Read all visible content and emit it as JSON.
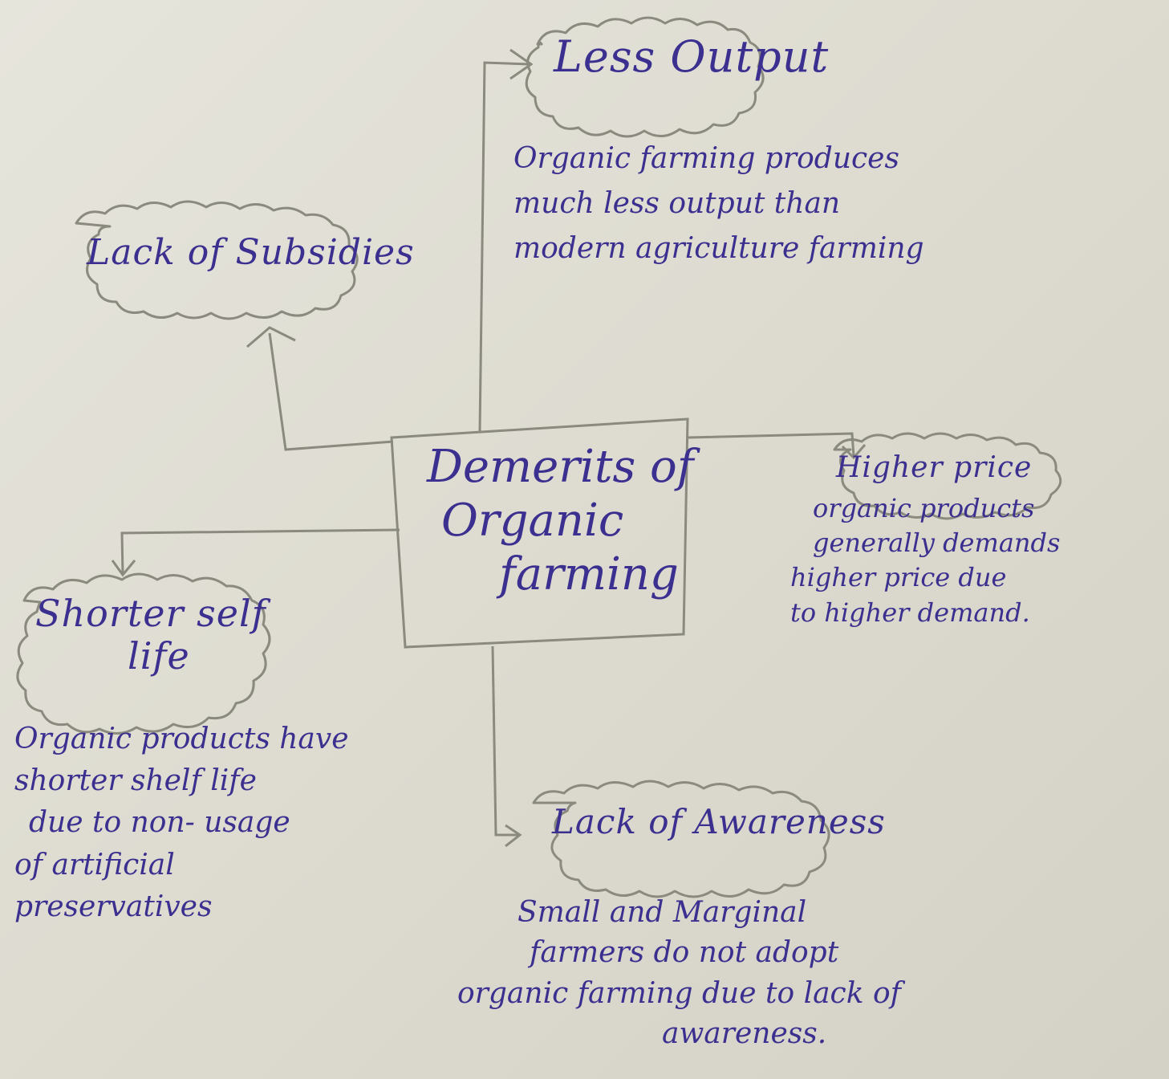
{
  "central": {
    "line1": "Demerits of",
    "line2": "Organic",
    "line3": "farming"
  },
  "less_output": {
    "heading": "Less Output",
    "desc": [
      "Organic farming produces",
      "much less output than",
      "modern agriculture farming"
    ]
  },
  "lack_subsidies": {
    "heading": "Lack of Subsidies"
  },
  "higher_price": {
    "heading": "Higher price",
    "desc": [
      "organic products",
      "generally demands",
      "higher price due",
      "to higher demand."
    ]
  },
  "shelf_life": {
    "heading_line1": "Shorter self",
    "heading_line2": "life",
    "desc": [
      "Organic products have",
      "shorter shelf life",
      "due to non- usage",
      "of artificial",
      "preservatives"
    ]
  },
  "awareness": {
    "heading": "Lack of Awareness",
    "desc": [
      "Small and Marginal",
      "farmers do not adopt",
      "organic farming due to lack of",
      "awareness."
    ]
  },
  "colors": {
    "ink": "#3b2f8f",
    "pencil": "#8a8a7e",
    "paper": "#e2e1d8"
  }
}
